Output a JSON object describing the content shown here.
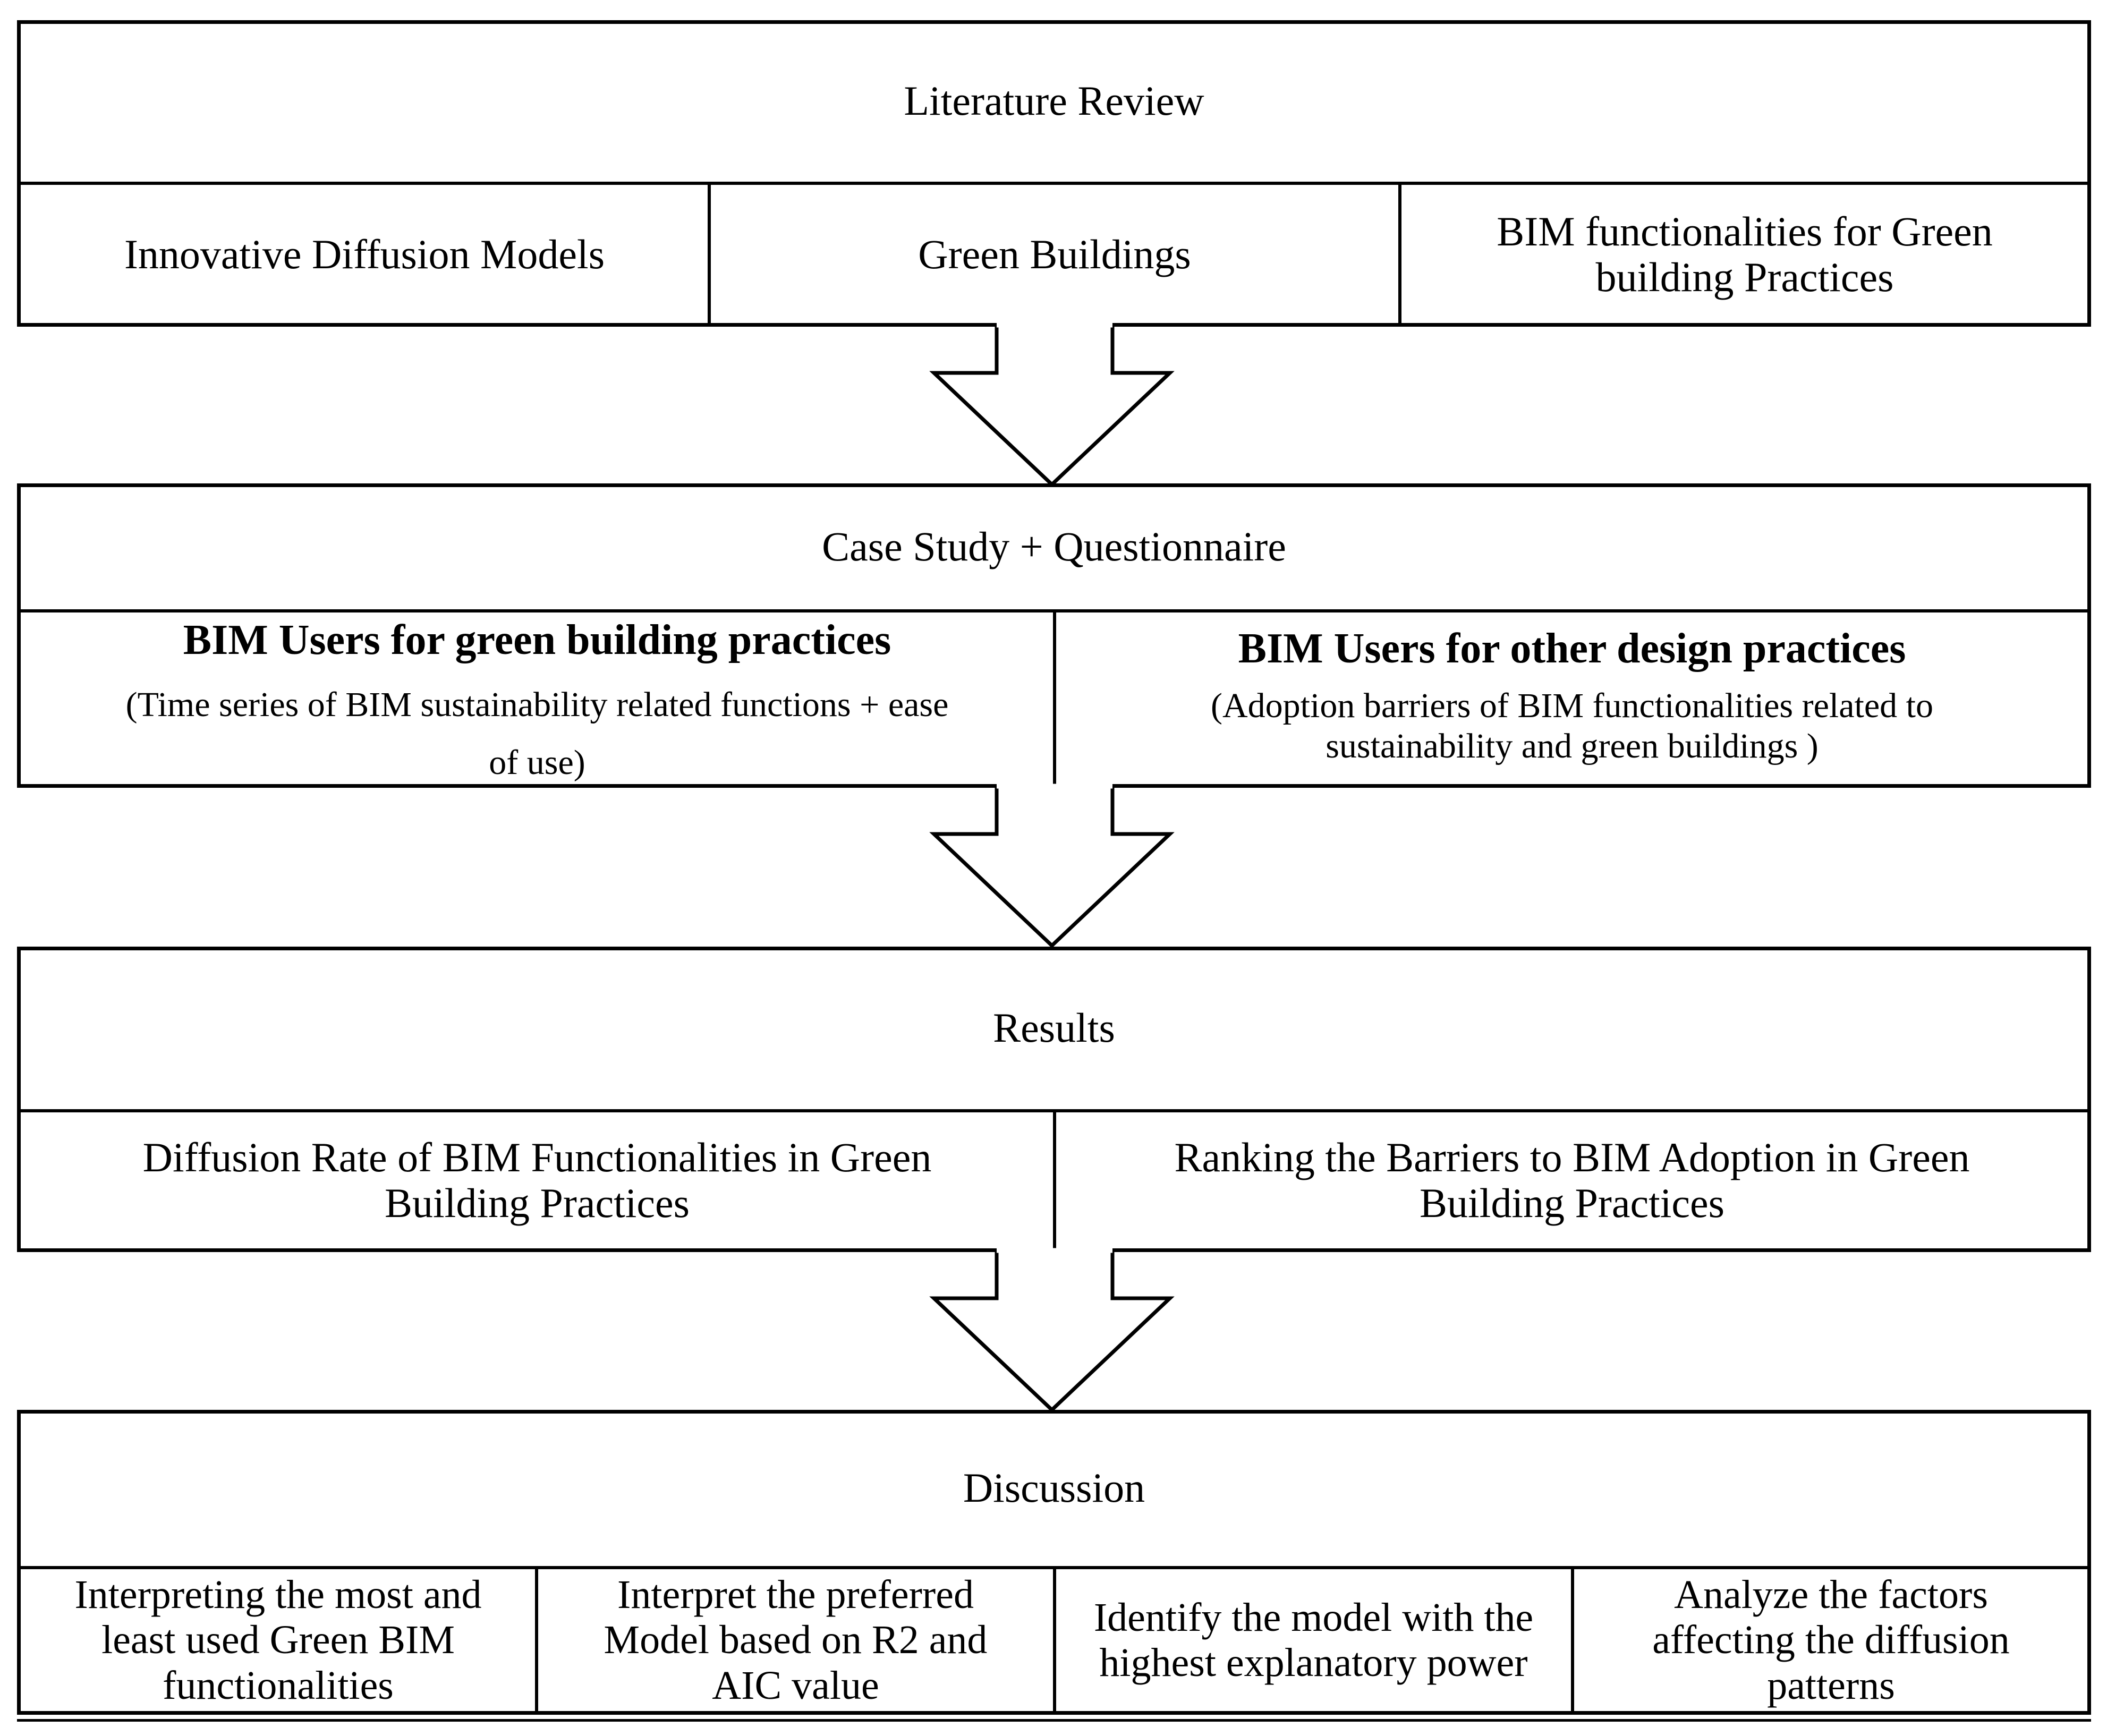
{
  "literature": {
    "title": "Literature Review",
    "items": [
      "Innovative Diffusion Models",
      "Green Buildings",
      "BIM functionalities for Green building Practices"
    ]
  },
  "case_study": {
    "title": "Case Study + Questionnaire",
    "left": {
      "heading": "BIM Users for green building practices",
      "detail": "(Time series of BIM sustainability related functions + ease of use)"
    },
    "right": {
      "heading": "BIM Users for other design practices",
      "detail": "(Adoption barriers of BIM functionalities related to sustainability and green buildings )"
    }
  },
  "results": {
    "title": "Results",
    "items": [
      "Diffusion Rate of BIM Functionalities in Green Building Practices",
      "Ranking the Barriers to BIM Adoption in Green Building Practices"
    ]
  },
  "discussion": {
    "title": "Discussion",
    "items": [
      "Interpreting the most and least used Green BIM functionalities",
      "Interpret the preferred Model based on R2 and AIC value",
      "Identify the model with the highest explanatory power",
      "Analyze the factors affecting the diffusion patterns"
    ]
  }
}
